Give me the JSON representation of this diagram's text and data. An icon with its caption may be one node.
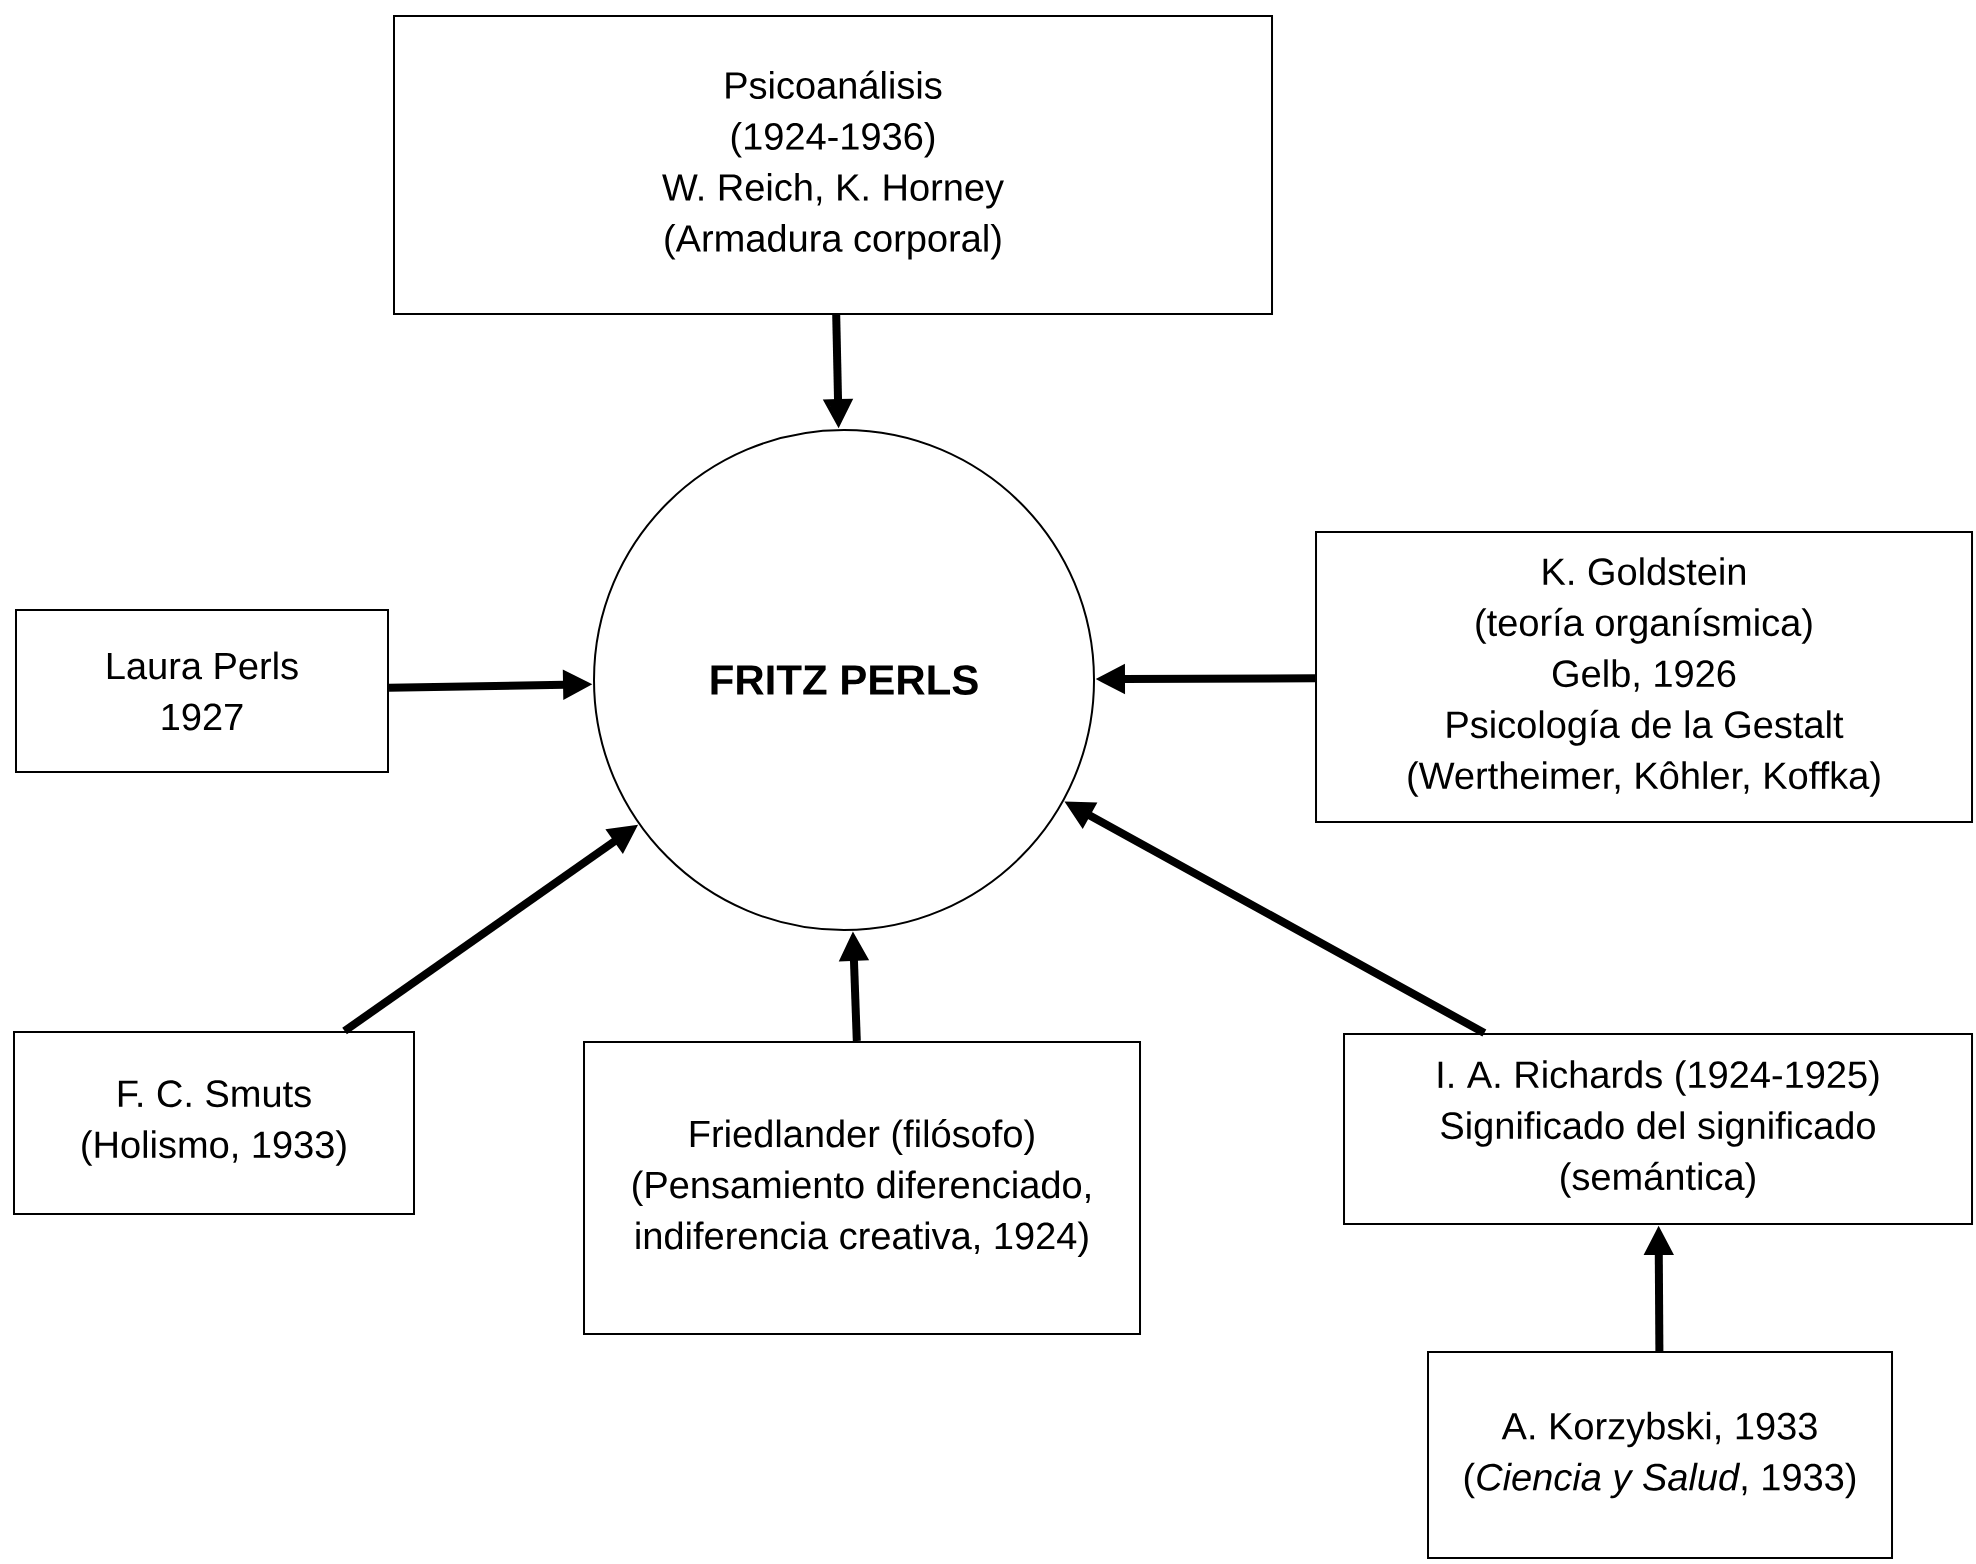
{
  "diagram": {
    "nodes": [
      {
        "text": [
          "Psicoanálisis",
          "(1924-1936)",
          "W. Reich, K. Horney",
          "(Armadura corporal)"
        ]
      },
      {
        "text": [
          "FRITZ PERLS"
        ]
      },
      {
        "text": [
          "Laura Perls",
          "1927"
        ]
      },
      {
        "text": [
          "K. Goldstein",
          "(teoría organísmica)",
          "Gelb, 1926",
          "Psicología de la Gestalt",
          "(Wertheimer, Kôhler, Koffka)"
        ]
      },
      {
        "text": [
          "F. C. Smuts",
          "(Holismo, 1933)"
        ]
      },
      {
        "text": [
          "Friedlander (filósofo)",
          "(Pensamiento diferenciado, indiferencia creativa, 1924)"
        ]
      },
      {
        "text": [
          "I. A. Richards (1924-1925)",
          "Significado del significado",
          "(semántica)"
        ]
      },
      {
        "text": [
          "A. Korzybski, 1933",
          "(*Ciencia y Salud*, 1933)"
        ]
      }
    ],
    "edges": [
      {
        "from": 0,
        "to": 1,
        "arrow": "to"
      },
      {
        "from": 2,
        "to": 1,
        "arrow": "to"
      },
      {
        "from": 3,
        "to": 1,
        "arrow": "to"
      },
      {
        "from": 4,
        "to": 1,
        "arrow": "to"
      },
      {
        "from": 5,
        "to": 1,
        "arrow": "to"
      },
      {
        "from": 6,
        "to": 1,
        "arrow": "to"
      },
      {
        "from": 7,
        "to": 6,
        "arrow": "to"
      }
    ]
  }
}
